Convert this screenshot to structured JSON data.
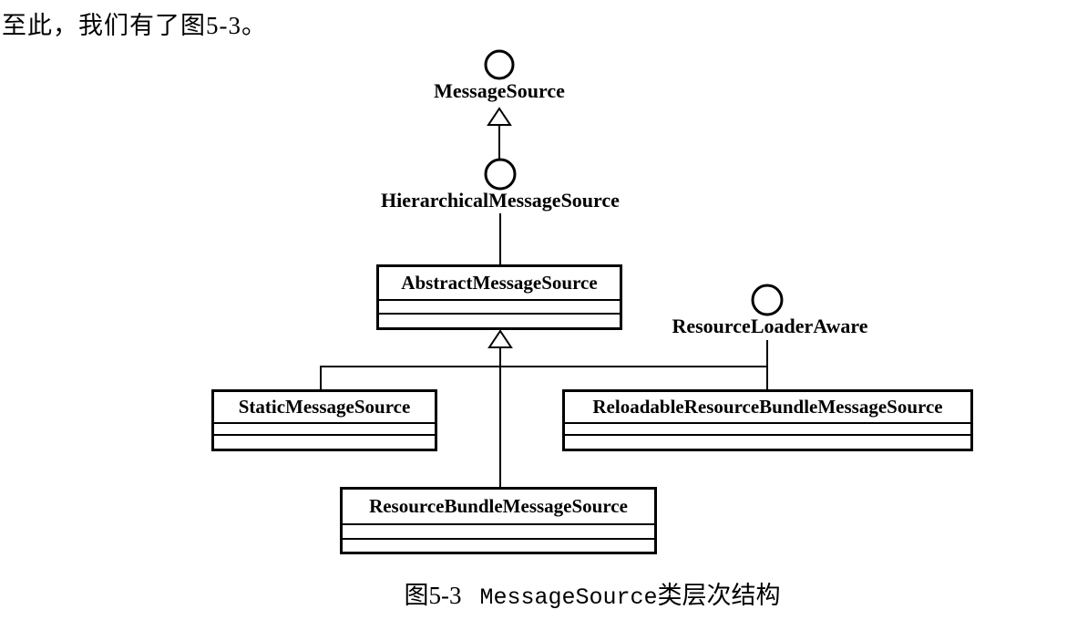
{
  "page": {
    "intro_text": "至此，我们有了图5-3。",
    "caption": {
      "figure_label": "图5-3",
      "code_text": "MessageSource",
      "suffix": "类层次结构"
    }
  },
  "diagram": {
    "type": "uml-class-hierarchy",
    "interfaces": [
      {
        "name": "MessageSource",
        "notation": "lollipop-circle"
      },
      {
        "name": "HierarchicalMessageSource",
        "notation": "lollipop-circle",
        "extends": "MessageSource"
      },
      {
        "name": "ResourceLoaderAware",
        "notation": "lollipop-circle"
      }
    ],
    "classes": [
      {
        "name": "AbstractMessageSource",
        "realizes": "HierarchicalMessageSource"
      },
      {
        "name": "StaticMessageSource",
        "extends": "AbstractMessageSource"
      },
      {
        "name": "ReloadableResourceBundleMessageSource",
        "extends": "AbstractMessageSource",
        "realizes": "ResourceLoaderAware"
      },
      {
        "name": "ResourceBundleMessageSource",
        "extends": "AbstractMessageSource"
      }
    ],
    "colors": {
      "ink": "#000000",
      "background": "#ffffff"
    }
  }
}
